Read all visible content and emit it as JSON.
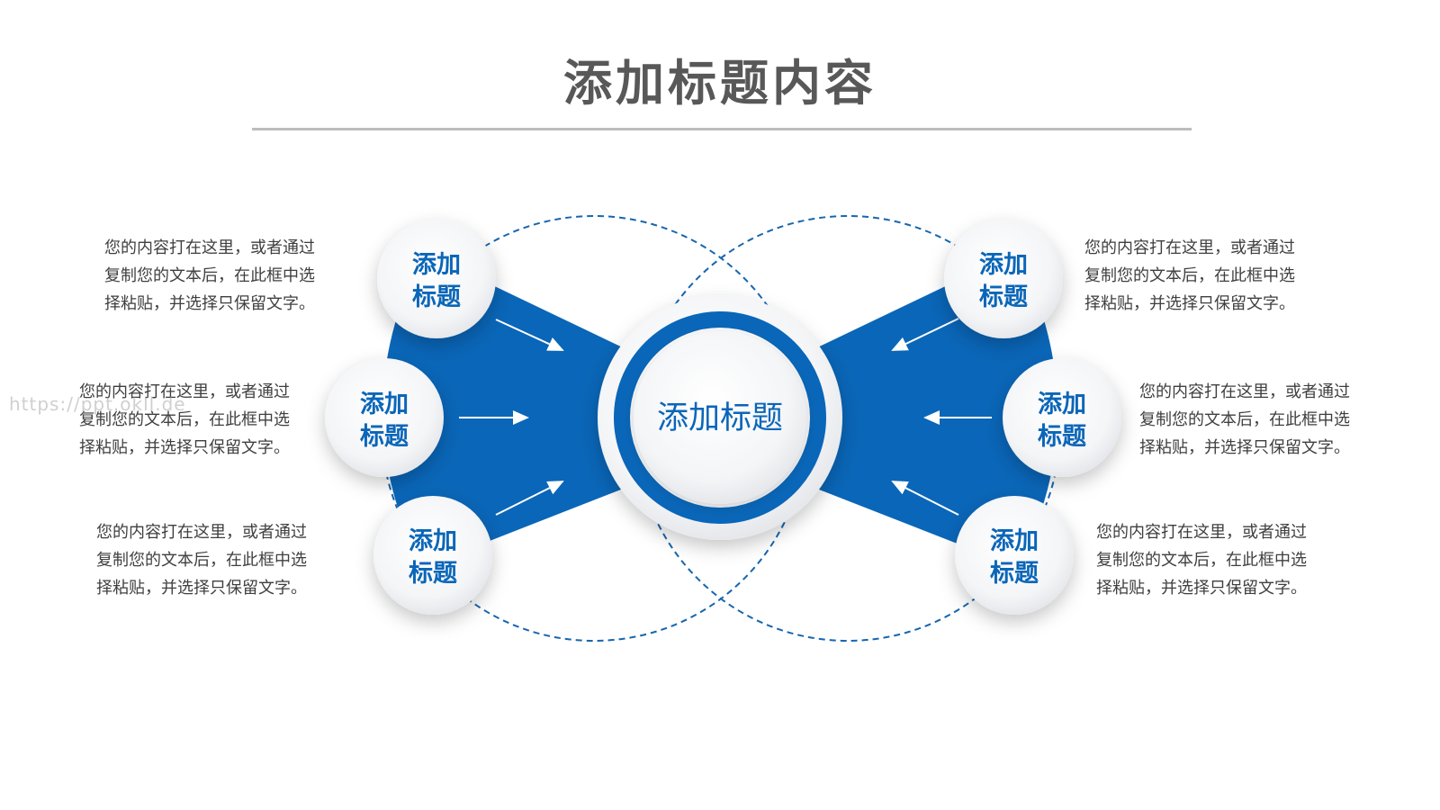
{
  "title": "添加标题内容",
  "center": {
    "label": "添加标题"
  },
  "nodes": [
    {
      "side": "left",
      "line1": "添加",
      "line2": "标题",
      "text": [
        "您的内容打在这里，或者通过",
        "复制您的文本后，在此框中选",
        "择粘贴，并选择只保留文字。"
      ]
    },
    {
      "side": "left",
      "line1": "添加",
      "line2": "标题",
      "text": [
        "您的内容打在这里，或者通过",
        "复制您的文本后，在此框中选",
        "择粘贴，并选择只保留文字。"
      ]
    },
    {
      "side": "left",
      "line1": "添加",
      "line2": "标题",
      "text": [
        "您的内容打在这里，或者通过",
        "复制您的文本后，在此框中选",
        "择粘贴，并选择只保留文字。"
      ]
    },
    {
      "side": "right",
      "line1": "添加",
      "line2": "标题",
      "text": [
        "您的内容打在这里，或者通过",
        "复制您的文本后，在此框中选",
        "择粘贴，并选择只保留文字。"
      ]
    },
    {
      "side": "right",
      "line1": "添加",
      "line2": "标题",
      "text": [
        "您的内容打在这里，或者通过",
        "复制您的文本后，在此框中选",
        "择粘贴，并选择只保留文字。"
      ]
    },
    {
      "side": "right",
      "line1": "添加",
      "line2": "标题",
      "text": [
        "您的内容打在这里，或者通过",
        "复制您的文本后，在此框中选",
        "择粘贴，并选择只保留文字。"
      ]
    }
  ],
  "watermark": "https://ppt.okll.de",
  "colors": {
    "accent": "#0a66b8",
    "title": "#585858",
    "text": "#3f3f3f",
    "rule": "#bdbdbd"
  }
}
